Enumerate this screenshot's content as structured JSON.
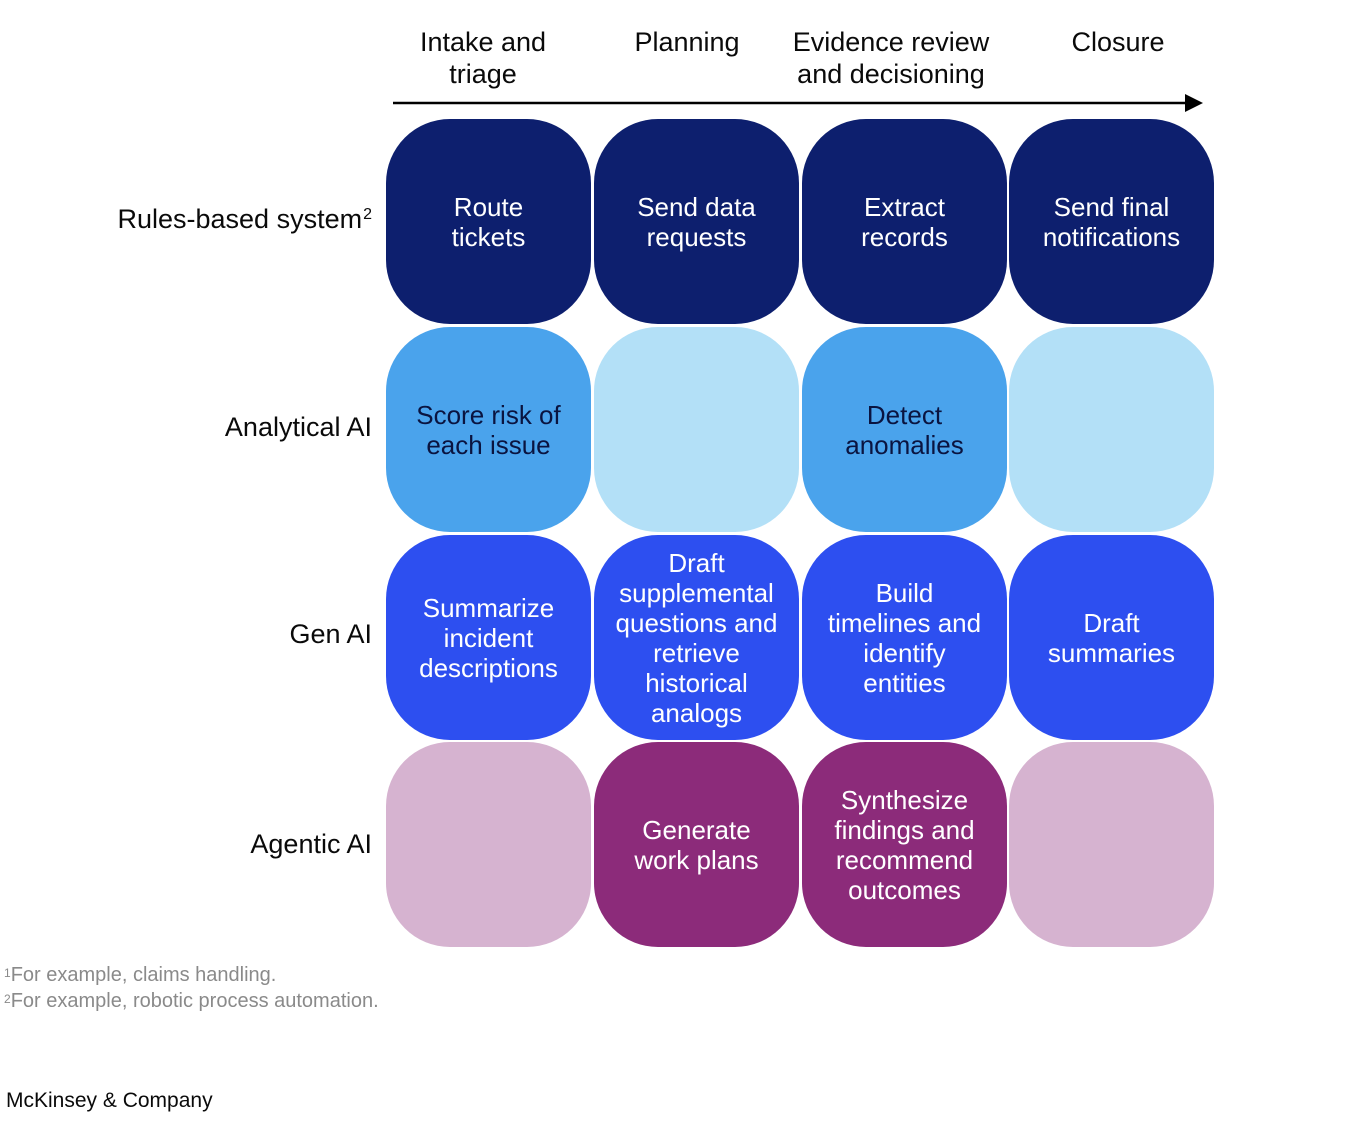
{
  "stages": [
    "Intake and\ntriage",
    "Planning",
    "Evidence review\nand decisioning",
    "Closure"
  ],
  "rows": [
    {
      "label": "Rules-based system",
      "footnote_mark": "2",
      "cells": [
        "Route\ntickets",
        "Send data\nrequests",
        "Extract\nrecords",
        "Send final\nnotifications"
      ]
    },
    {
      "label": "Analytical AI",
      "footnote_mark": "",
      "cells": [
        "Score risk of\neach issue",
        "",
        "Detect\nanomalies",
        ""
      ]
    },
    {
      "label": "Gen AI",
      "footnote_mark": "",
      "cells": [
        "Summarize\nincident\ndescriptions",
        "Draft\nsupplemental\nquestions and\nretrieve\nhistorical\nanalogs",
        "Build\ntimelines and\nidentify\nentities",
        "Draft\nsummaries"
      ]
    },
    {
      "label": "Agentic AI",
      "footnote_mark": "",
      "cells": [
        "",
        "Generate\nwork plans",
        "Synthesize\nfindings and\nrecommend\noutcomes",
        ""
      ]
    }
  ],
  "colors": {
    "rules_filled": "#0d1f6e",
    "analytical_filled": "#4aa3ec",
    "analytical_empty": "#b3e0f7",
    "genai_filled": "#2d4ff0",
    "agentic_filled": "#8c2b7a",
    "agentic_empty": "#d6b3d0",
    "arrow": "#000000"
  },
  "footnotes": [
    {
      "mark": "1",
      "text": "For example, claims handling."
    },
    {
      "mark": "2",
      "text": "For example, robotic process automation."
    }
  ],
  "brand": "McKinsey & Company"
}
